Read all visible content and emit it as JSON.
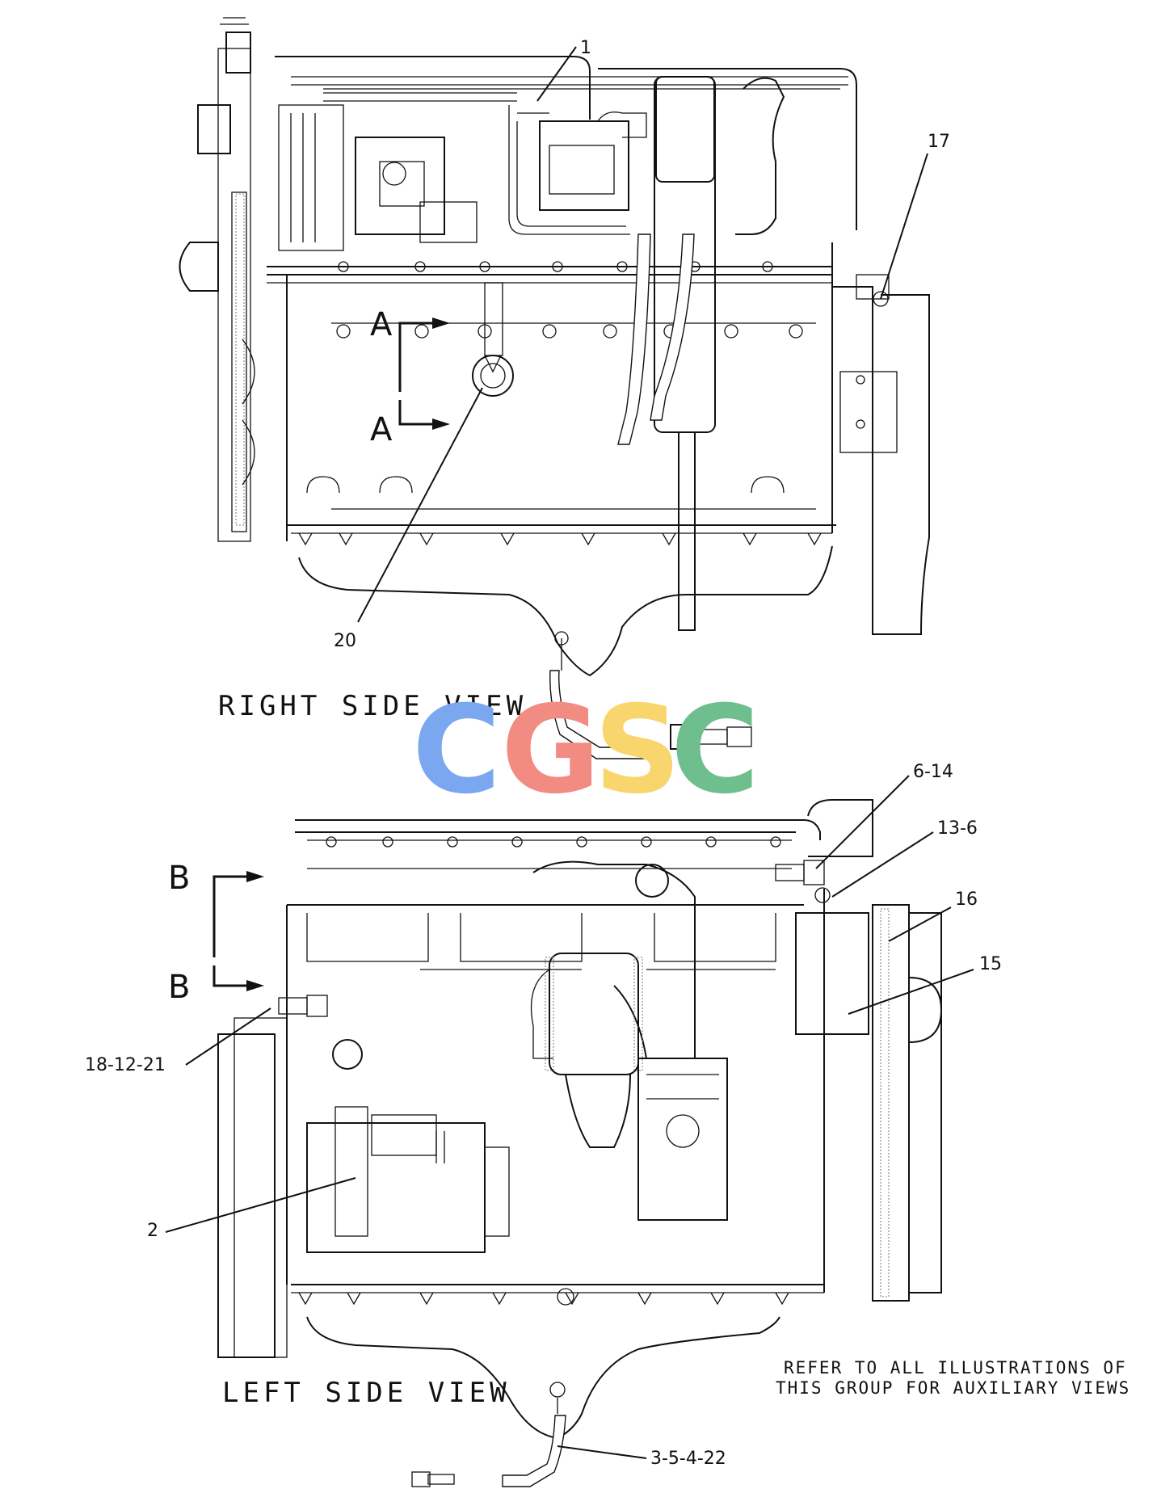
{
  "views": {
    "right": "RIGHT SIDE VIEW",
    "left": "LEFT SIDE VIEW"
  },
  "note": {
    "line1": "REFER TO ALL ILLUSTRATIONS OF",
    "line2": "THIS GROUP FOR AUXILIARY VIEWS"
  },
  "sections": {
    "a_top": "A",
    "a_bottom": "A",
    "b_top": "B",
    "b_bottom": "B"
  },
  "callouts": {
    "c1": "1",
    "c17": "17",
    "c20": "20",
    "c6_14": "6-14",
    "c13_6": "13-6",
    "c16": "16",
    "c15": "15",
    "c18_12_21": "18-12-21",
    "c2": "2",
    "c3_5_4_22": "3-5-4-22"
  },
  "watermark": {
    "letters": [
      "C",
      "G",
      "S",
      "C"
    ],
    "colors": [
      "#7aa7ef",
      "#f28b82",
      "#f8d66d",
      "#6fbf8e"
    ]
  }
}
